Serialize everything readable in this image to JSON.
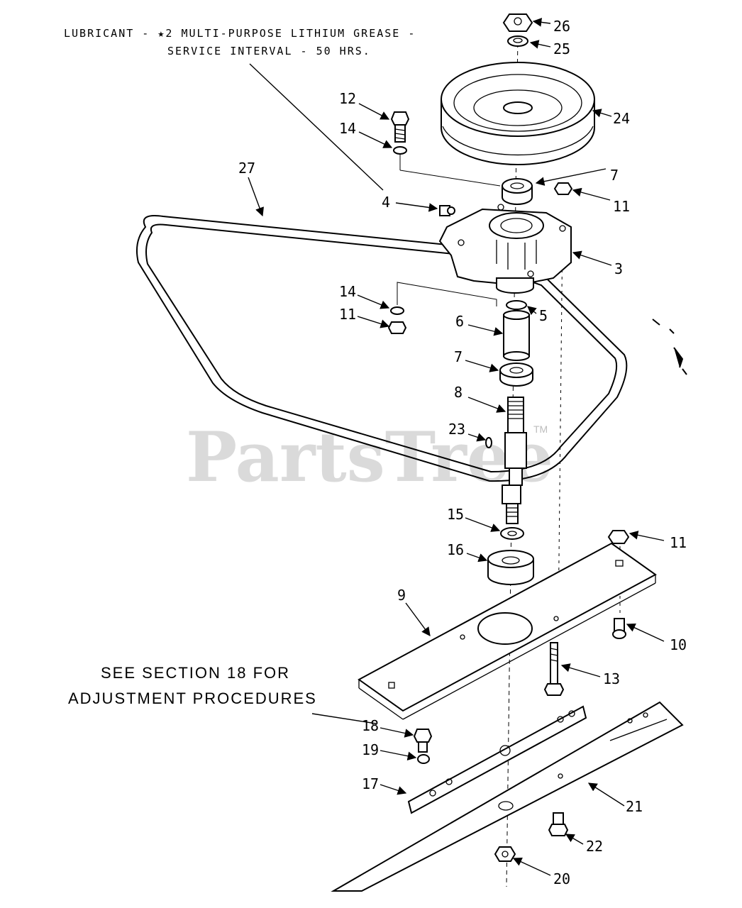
{
  "notes": {
    "lubricant_line1": "LUBRICANT - ★2 MULTI-PURPOSE LITHIUM GREASE -",
    "lubricant_line2": "SERVICE INTERVAL - 50 HRS.",
    "adjust_line1": "SEE SECTION 18 FOR",
    "adjust_line2": "ADJUSTMENT PROCEDURES"
  },
  "watermark": {
    "text": "PartsTree",
    "tm": "TM"
  },
  "callouts": {
    "c26": "26",
    "c25": "25",
    "c24": "24",
    "c12": "12",
    "c14a": "14",
    "c27": "27",
    "c7a": "7",
    "c11a": "11",
    "c4": "4",
    "c3": "3",
    "c14b": "14",
    "c11b": "11",
    "c5": "5",
    "c6": "6",
    "c7b": "7",
    "c8": "8",
    "c23": "23",
    "c15": "15",
    "c16": "16",
    "c11c": "11",
    "c9": "9",
    "c10": "10",
    "c13": "13",
    "c18": "18",
    "c19": "19",
    "c17": "17",
    "c21": "21",
    "c22": "22",
    "c20": "20"
  }
}
